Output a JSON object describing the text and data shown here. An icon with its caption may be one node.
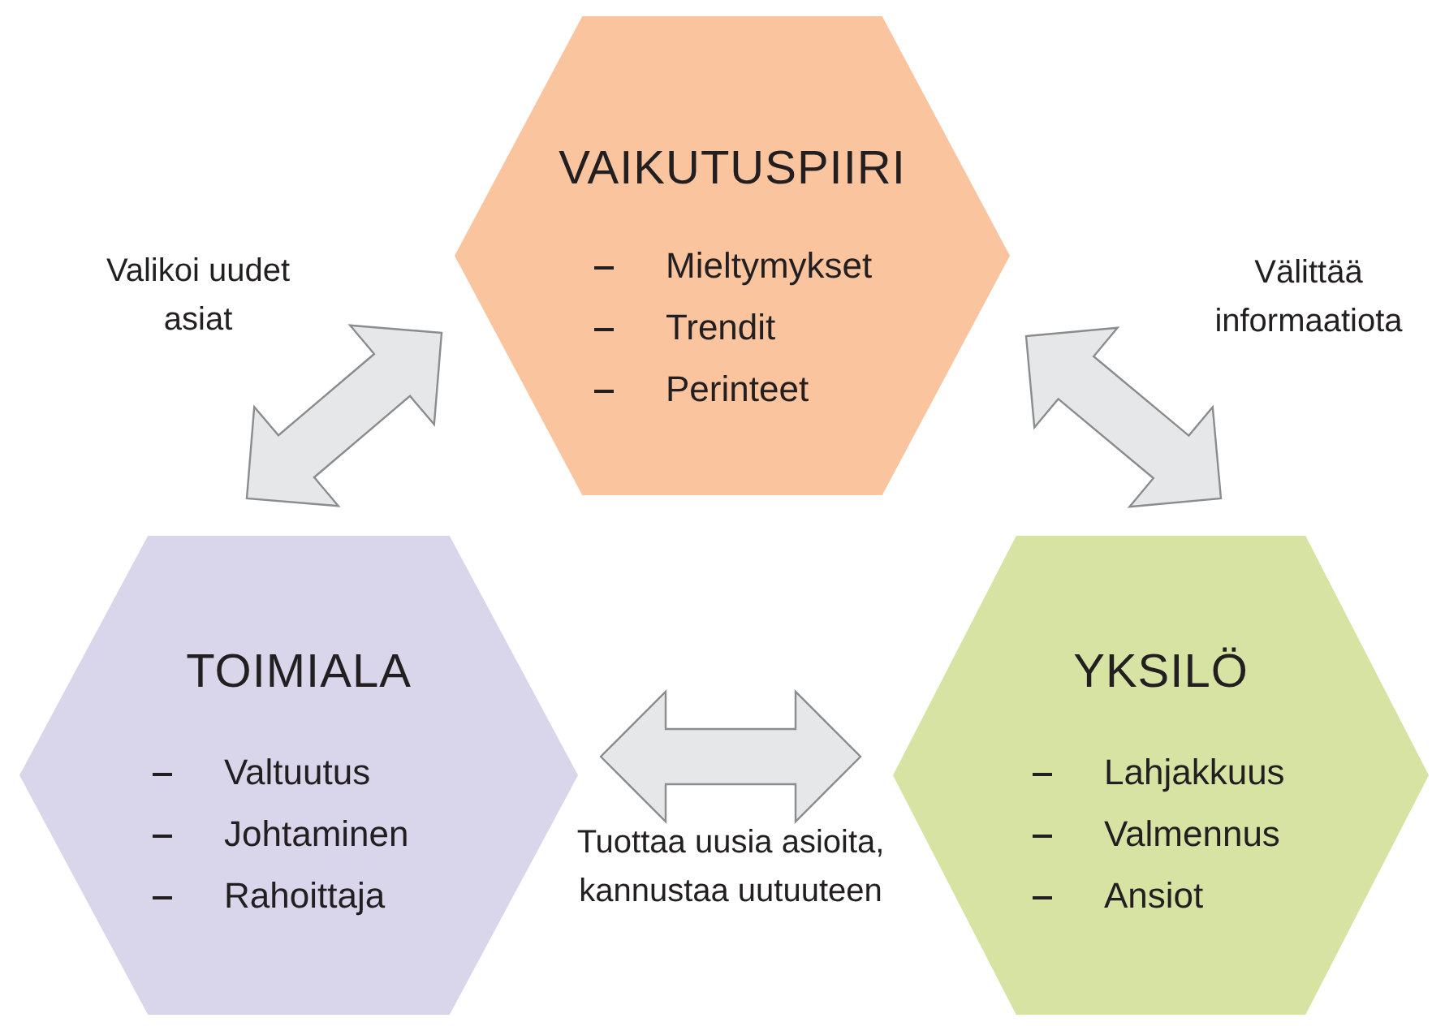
{
  "diagram": {
    "nodes": [
      {
        "text": [
          "VAIKUTUSPIIRI",
          "Mieltymykset",
          "Trendit",
          "Perinteet"
        ]
      },
      {
        "text": [
          "TOIMIALA",
          "Valtuutus",
          "Johtaminen",
          "Rahoittaja"
        ]
      },
      {
        "text": [
          "YKSILÖ",
          "Lahjakkuus",
          "Valmennus",
          "Ansiot"
        ]
      }
    ],
    "edges": [
      {
        "from": 0,
        "to": 1,
        "arrow": "both",
        "label": "Valikoi uudet asiat"
      },
      {
        "from": 0,
        "to": 2,
        "arrow": "both",
        "label": "Välittää informaatiota"
      },
      {
        "from": 1,
        "to": 2,
        "arrow": "both",
        "label": "Tuottaa uusia asioita, kannustaa uutuuteen"
      }
    ]
  }
}
